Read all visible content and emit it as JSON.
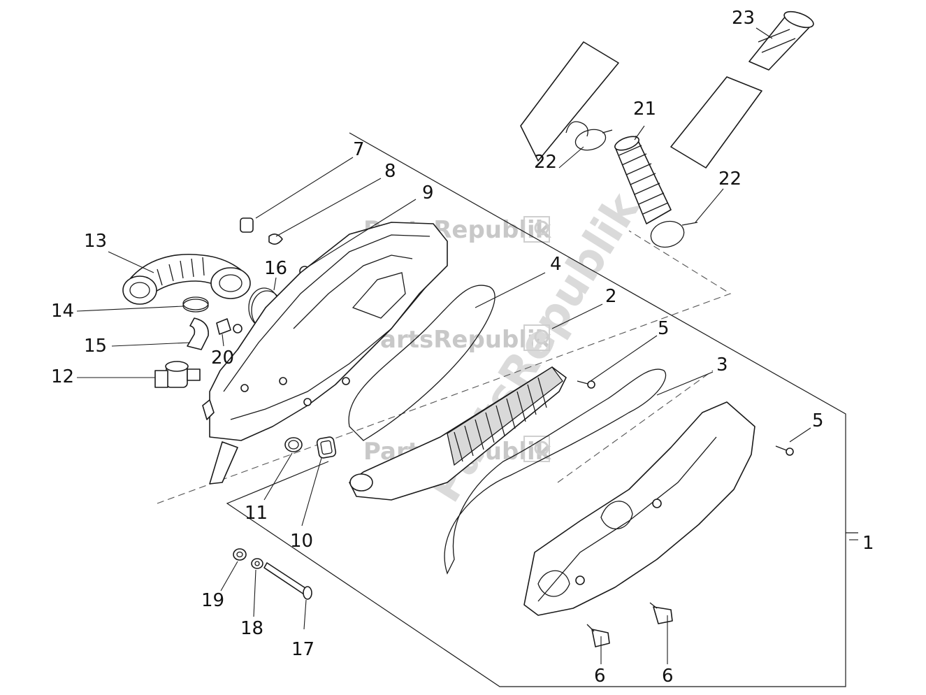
{
  "watermark": {
    "text": "PartsRepublik",
    "color": "#c8c8c8"
  },
  "callouts": {
    "c1": "1",
    "c2": "2",
    "c3": "3",
    "c4": "4",
    "c5a": "5",
    "c5b": "5",
    "c6a": "6",
    "c6b": "6",
    "c7": "7",
    "c8": "8",
    "c9": "9",
    "c10": "10",
    "c11": "11",
    "c12": "12",
    "c13": "13",
    "c14": "14",
    "c15": "15",
    "c16": "16",
    "c17": "17",
    "c18": "18",
    "c19": "19",
    "c20": "20",
    "c21": "21",
    "c22a": "22",
    "c22b": "22",
    "c23": "23"
  },
  "colors": {
    "line": "#1a1a1a",
    "background": "#ffffff",
    "shade": "#d9d9d9"
  }
}
